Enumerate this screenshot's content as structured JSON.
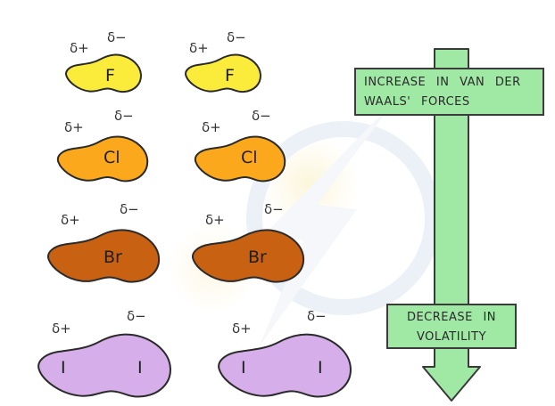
{
  "labels": {
    "delta_plus": "δ+",
    "delta_minus": "δ−"
  },
  "rows": [
    {
      "element": "F",
      "fill": "#FBEC3B"
    },
    {
      "element": "Cl",
      "fill": "#FBA81C"
    },
    {
      "element": "Br",
      "fill": "#C96112"
    },
    {
      "element": "I",
      "fill": "#D6AEE9",
      "atom_labels": [
        "I",
        "I"
      ]
    }
  ],
  "arrow": {
    "fill": "#9FE9A5",
    "outline": "#3a3a3a",
    "top_box": {
      "line1": "INCREASE IN VAN DER",
      "line2": "WAALS' FORCES"
    },
    "bottom_box": {
      "line1": "DECREASE IN",
      "line2": "VOLATILITY"
    }
  },
  "watermark": {
    "icon": "lightning-bolt-watermark"
  }
}
